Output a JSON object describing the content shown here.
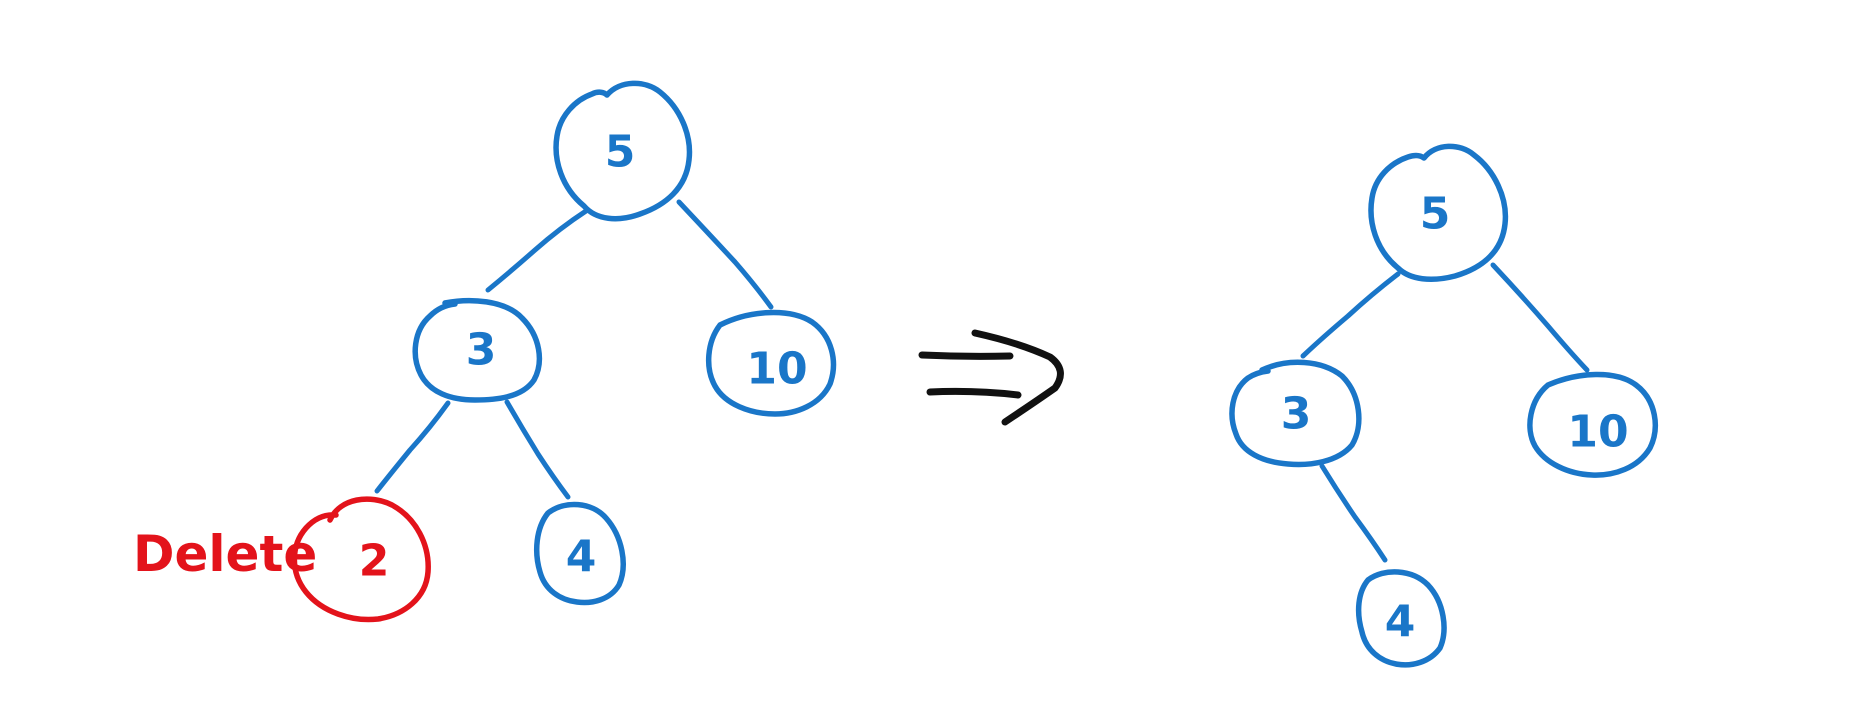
{
  "colors": {
    "node": "#1a76c8",
    "deleted": "#e3131b",
    "arrow": "#111111",
    "background": "#ffffff"
  },
  "annotation": {
    "text": "Delete"
  },
  "before_tree": {
    "nodes": [
      {
        "id": "b5",
        "label": "5"
      },
      {
        "id": "b3",
        "label": "3"
      },
      {
        "id": "b10",
        "label": "10"
      },
      {
        "id": "b2",
        "label": "2",
        "deleted": true
      },
      {
        "id": "b4",
        "label": "4"
      }
    ],
    "edges": [
      {
        "from": "5",
        "to": "3"
      },
      {
        "from": "5",
        "to": "10"
      },
      {
        "from": "3",
        "to": "2"
      },
      {
        "from": "3",
        "to": "4"
      }
    ]
  },
  "after_tree": {
    "nodes": [
      {
        "id": "a5",
        "label": "5"
      },
      {
        "id": "a3",
        "label": "3"
      },
      {
        "id": "a10",
        "label": "10"
      },
      {
        "id": "a4",
        "label": "4"
      }
    ],
    "edges": [
      {
        "from": "5",
        "to": "3"
      },
      {
        "from": "5",
        "to": "10"
      },
      {
        "from": "3",
        "to": "4"
      }
    ]
  },
  "transition_icon": "implies-arrow-icon"
}
